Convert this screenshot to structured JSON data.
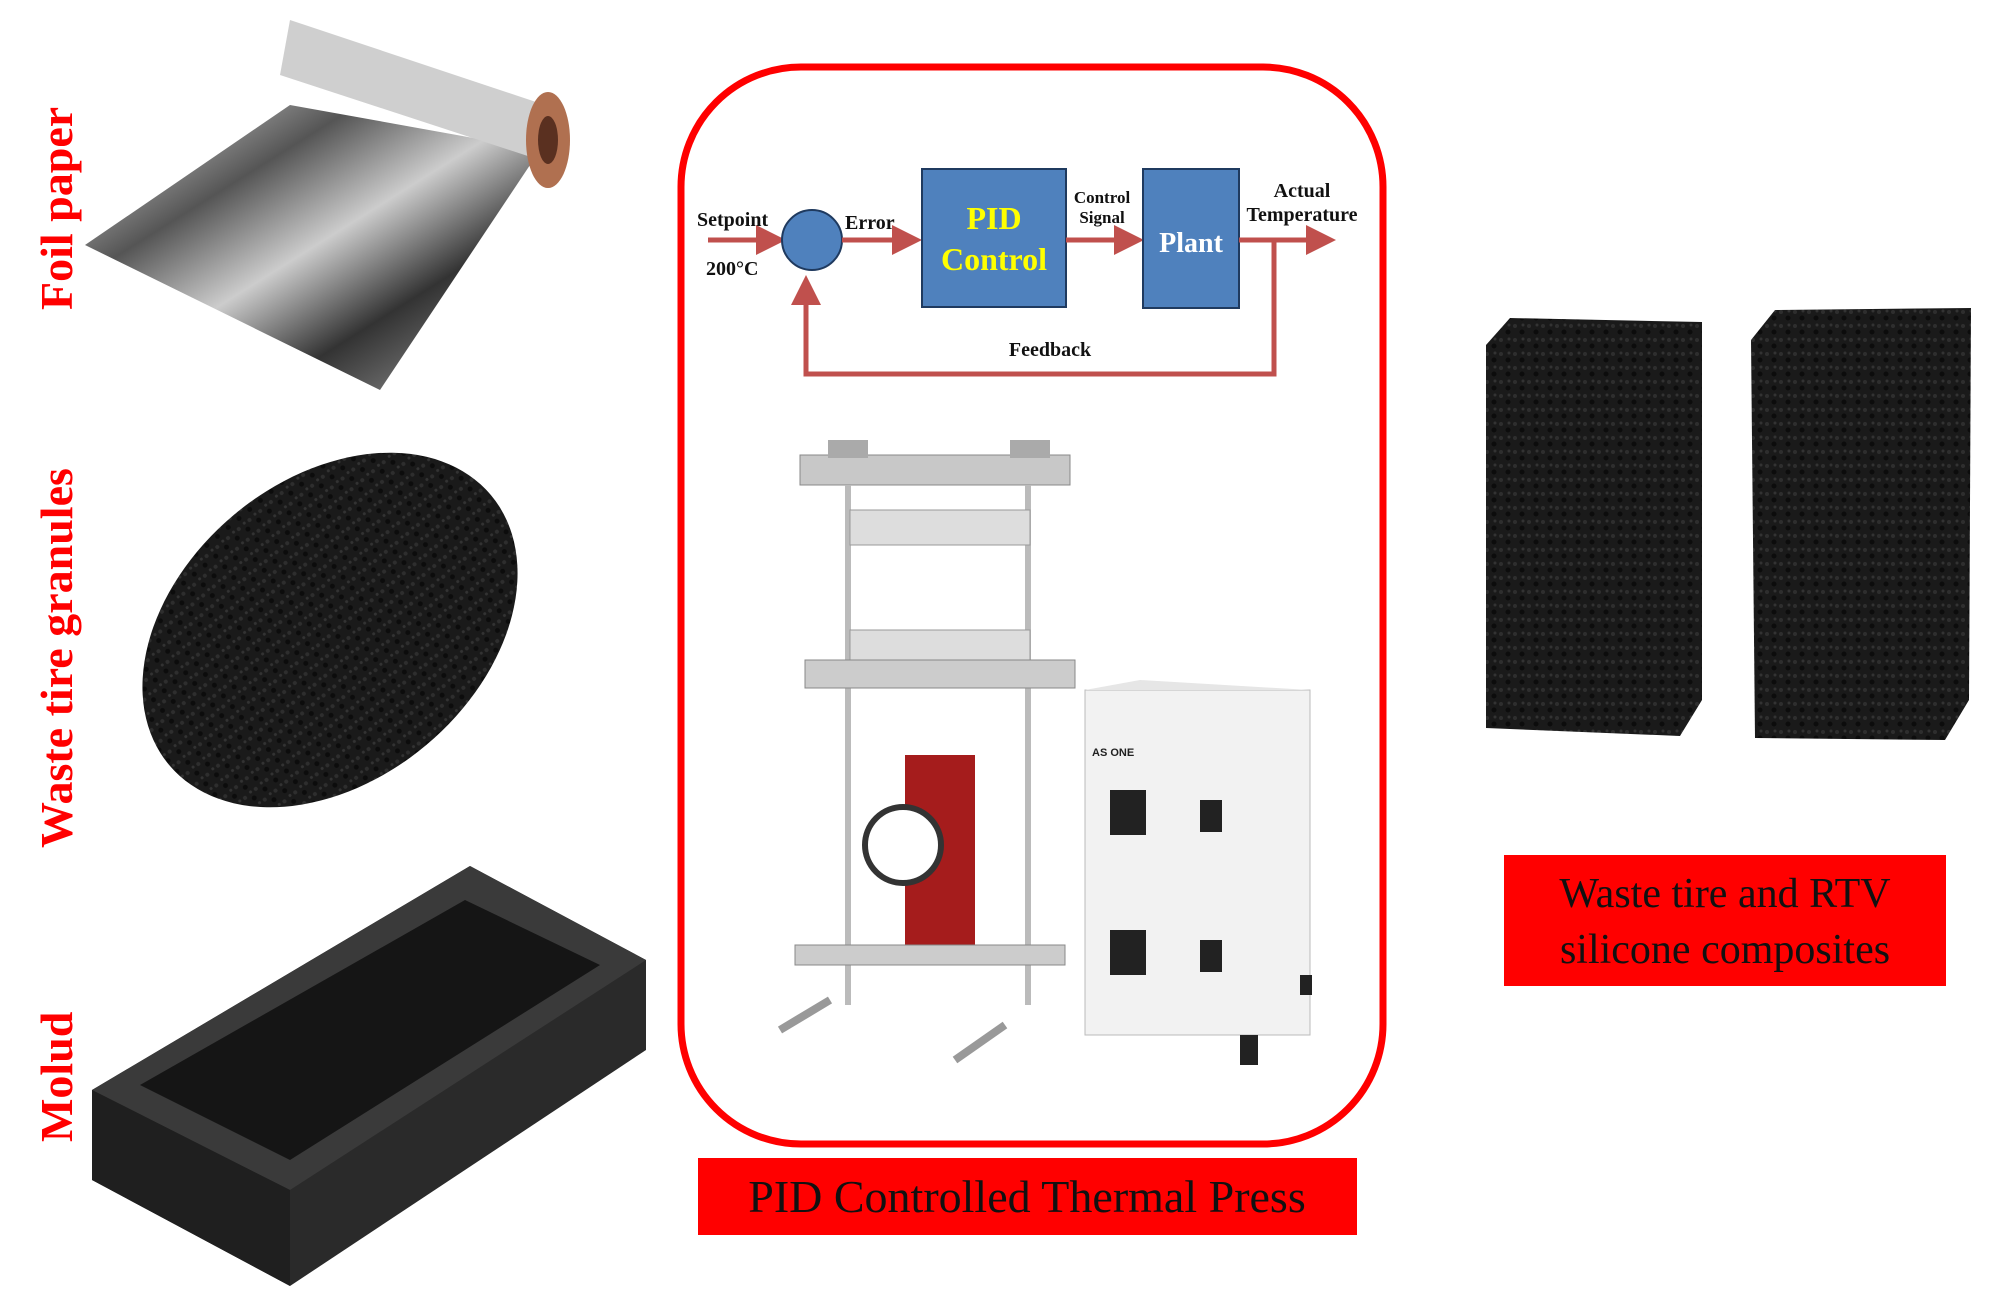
{
  "left_labels": {
    "foil": "Foil paper",
    "granules": "Waste tire granules",
    "mould": "Molud"
  },
  "diagram": {
    "setpoint": "Setpoint",
    "setpoint_value": "200°C",
    "error": "Error",
    "pid_line1": "PID",
    "pid_line2": "Control",
    "control_signal_line1": "Control",
    "control_signal_line2": "Signal",
    "plant": "Plant",
    "actual_line1": "Actual",
    "actual_line2": "Temperature",
    "feedback": "Feedback"
  },
  "press": {
    "brand": "AS ONE"
  },
  "captions": {
    "press": "PID Controlled Thermal Press",
    "composite_line1": "Waste tire and RTV",
    "composite_line2": "silicone composites"
  },
  "colors": {
    "accent_red": "#ff0000",
    "arrow": "#c0504d",
    "block_blue": "#4f81bd",
    "pid_text": "#ffff00"
  }
}
